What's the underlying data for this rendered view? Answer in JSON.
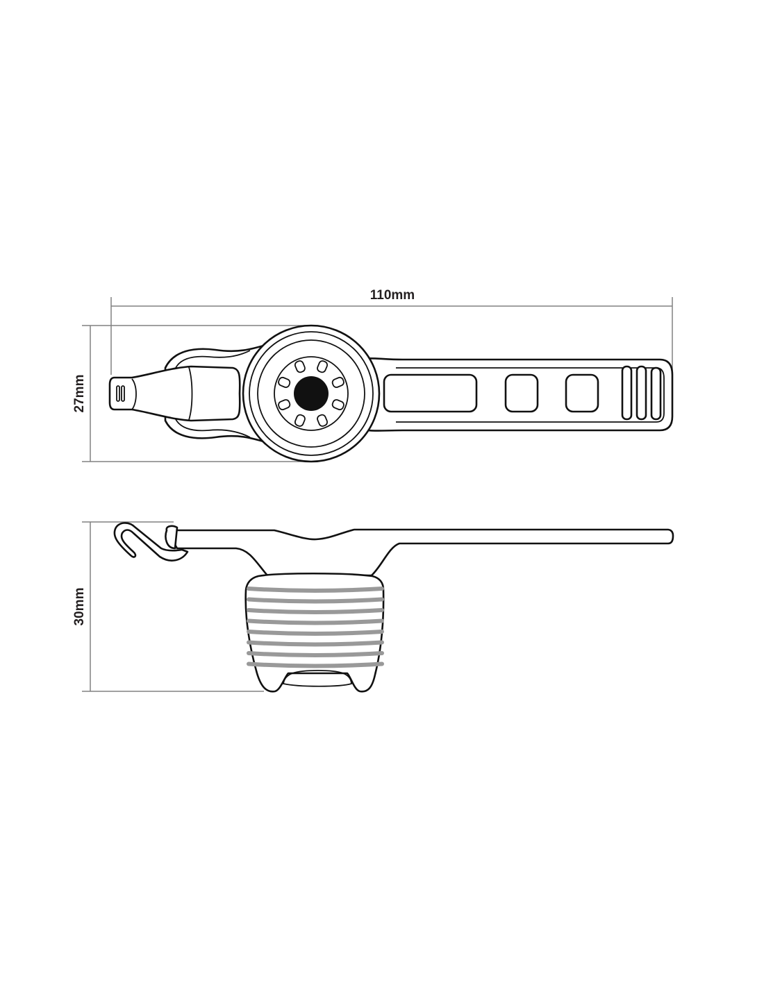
{
  "dimensions": {
    "length": "110mm",
    "top_view_height": "27mm",
    "side_view_height": "30mm"
  },
  "colors": {
    "outline": "#111111",
    "dimension_line": "#808080",
    "stripe": "#999999"
  }
}
